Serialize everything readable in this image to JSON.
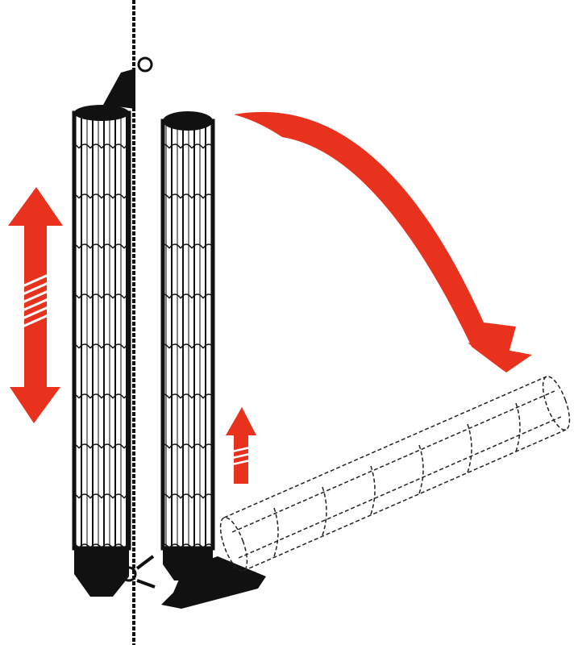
{
  "colors": {
    "arrow": "#e8321e",
    "ink": "#111111",
    "background": "#ffffff"
  },
  "figure": {
    "elements": [
      "mounted-cylinder-cage",
      "standalone-cylinder-cage",
      "tilted-dashed-cylinder",
      "up-down-arrow",
      "small-up-arrow",
      "curved-arrow"
    ]
  }
}
